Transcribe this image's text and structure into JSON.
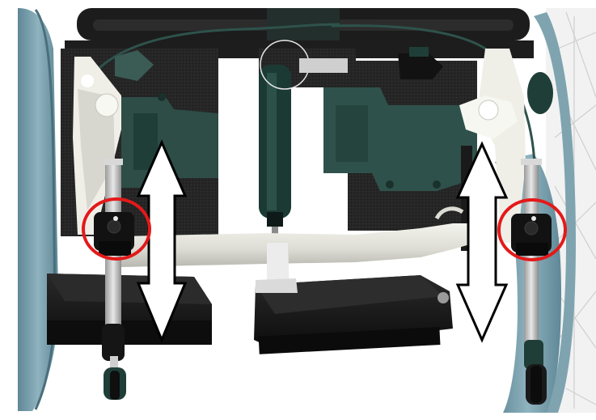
{
  "image": {
    "subject": "wheelchair-footrest-height-adjustment",
    "colors": {
      "background": "#ffffff",
      "frame_dark": "#1f3e38",
      "frame_mid": "#2e524b",
      "upholstery": "#242424",
      "footplate": "#151515",
      "tire": "#7fa4b0",
      "tire_shadow": "#5f8796",
      "spoke": "#d8d8d8",
      "crossbar": "#e6e6df",
      "tube_steel": "#bdbdbd",
      "clamp": "#141414",
      "arrow_fill": "#ffffff",
      "arrow_stroke": "#000000",
      "highlight_circle": "#e41919"
    },
    "annotations": {
      "arrows": [
        "up-down-arrow-left",
        "up-down-arrow-right"
      ],
      "highlight_circles": [
        "highlight-circle-left",
        "highlight-circle-right"
      ]
    }
  }
}
